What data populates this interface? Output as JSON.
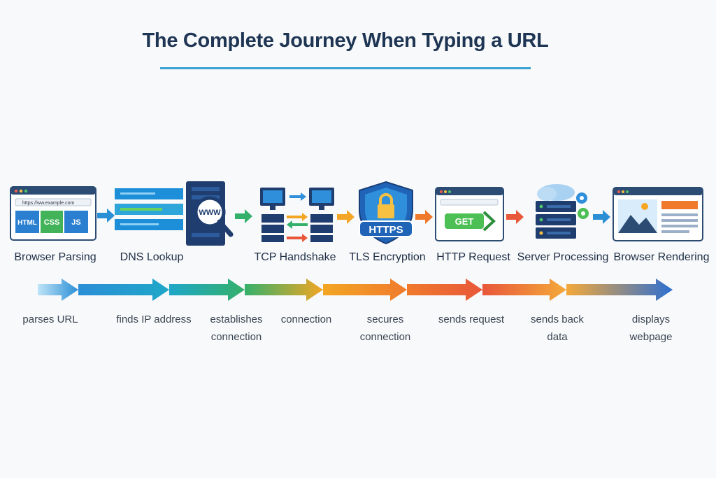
{
  "title": "The Complete Journey When Typing a URL",
  "steps": [
    {
      "label": "Browser Parsing",
      "desc": "parses URL",
      "color": "#2b8fd6"
    },
    {
      "label": "DNS Lookup",
      "desc": "finds IP address",
      "color": "#1ea7c8"
    },
    {
      "label": "TCP Handshake",
      "desc": "establishes\nconnection",
      "color": "#35b06a"
    },
    {
      "label": "TLS Encryption",
      "desc": "connection",
      "color": "#f3a624"
    },
    {
      "label": "HTTP Request",
      "desc": "secures\nconnection",
      "color": "#f07a2c"
    },
    {
      "label": "Server Processing",
      "desc": "sends request",
      "color": "#e8573a"
    },
    {
      "label": "Browser Rendering",
      "desc": "sends back\ndata",
      "color": "#f4a93a"
    },
    {
      "label": "",
      "desc": "displays\nwebpage",
      "color": "#2d6fd1"
    }
  ],
  "icons": {
    "browser_url": "https://ww.example.com",
    "html_tag": "HTML",
    "css_tag": "CSS",
    "js_tag": "JS",
    "www": "WWW",
    "https": "HTTPS",
    "get": "GET"
  }
}
